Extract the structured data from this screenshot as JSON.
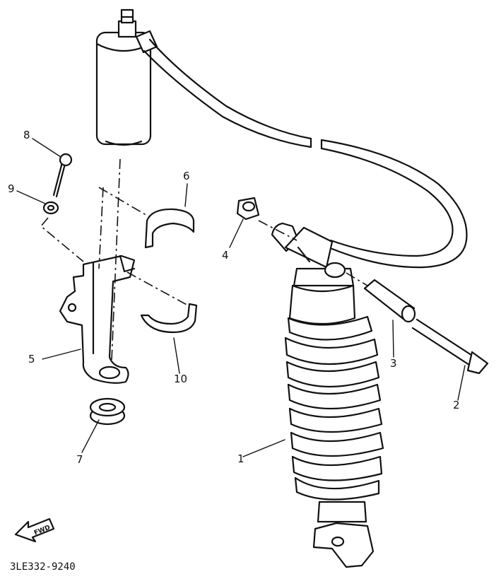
{
  "parts": [
    {
      "id": "1",
      "label": "1"
    },
    {
      "id": "2",
      "label": "2"
    },
    {
      "id": "3",
      "label": "3"
    },
    {
      "id": "4",
      "label": "4"
    },
    {
      "id": "5",
      "label": "5"
    },
    {
      "id": "6",
      "label": "6"
    },
    {
      "id": "7",
      "label": "7"
    },
    {
      "id": "8",
      "label": "8"
    },
    {
      "id": "9",
      "label": "9"
    },
    {
      "id": "10",
      "label": "10"
    }
  ],
  "front_arrow": {
    "label": "FWD"
  },
  "diagram_code": "3LE332-9240"
}
